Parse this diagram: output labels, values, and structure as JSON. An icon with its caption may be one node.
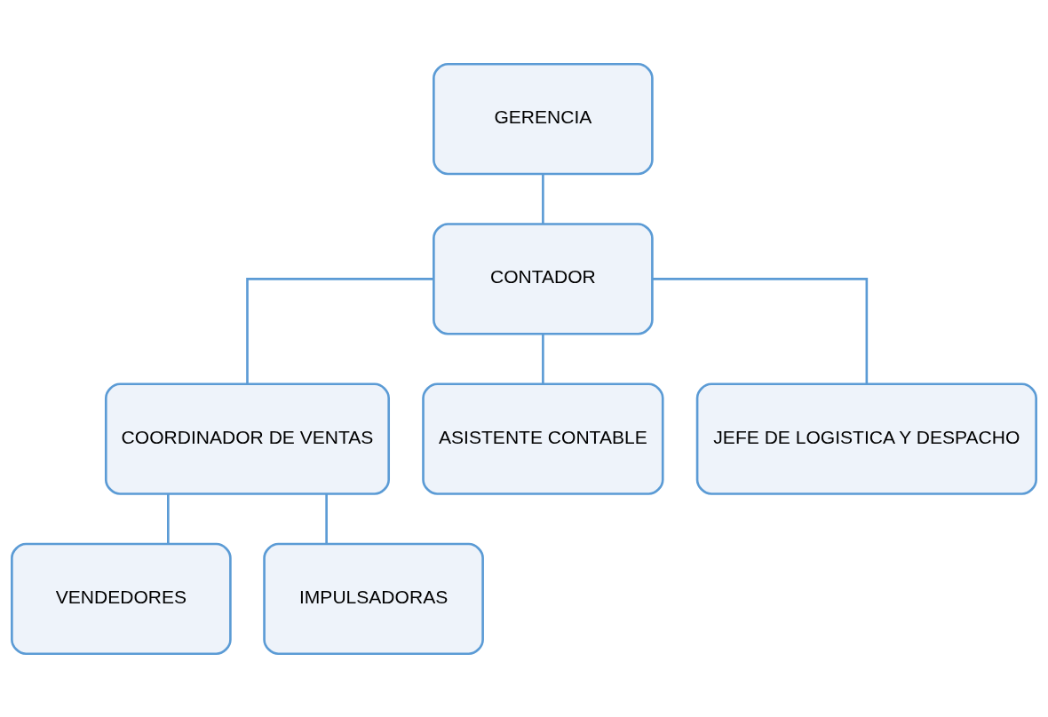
{
  "diagram": {
    "nodes": [
      {
        "text": [
          "GERENCIA"
        ]
      },
      {
        "text": [
          "CONTADOR"
        ]
      },
      {
        "text": [
          "COORDINADOR DE VENTAS"
        ]
      },
      {
        "text": [
          "ASISTENTE CONTABLE"
        ]
      },
      {
        "text": [
          "JEFE DE LOGISTICA Y DESPACHO"
        ]
      },
      {
        "text": [
          "VENDEDORES"
        ]
      },
      {
        "text": [
          "IMPULSADORAS"
        ]
      }
    ],
    "edges": [
      {
        "from": 0,
        "to": 1,
        "arrow": "none"
      },
      {
        "from": 1,
        "to": 2,
        "arrow": "none"
      },
      {
        "from": 1,
        "to": 3,
        "arrow": "none"
      },
      {
        "from": 1,
        "to": 4,
        "arrow": "none"
      },
      {
        "from": 2,
        "to": 5,
        "arrow": "none"
      },
      {
        "from": 2,
        "to": 6,
        "arrow": "none"
      }
    ]
  }
}
